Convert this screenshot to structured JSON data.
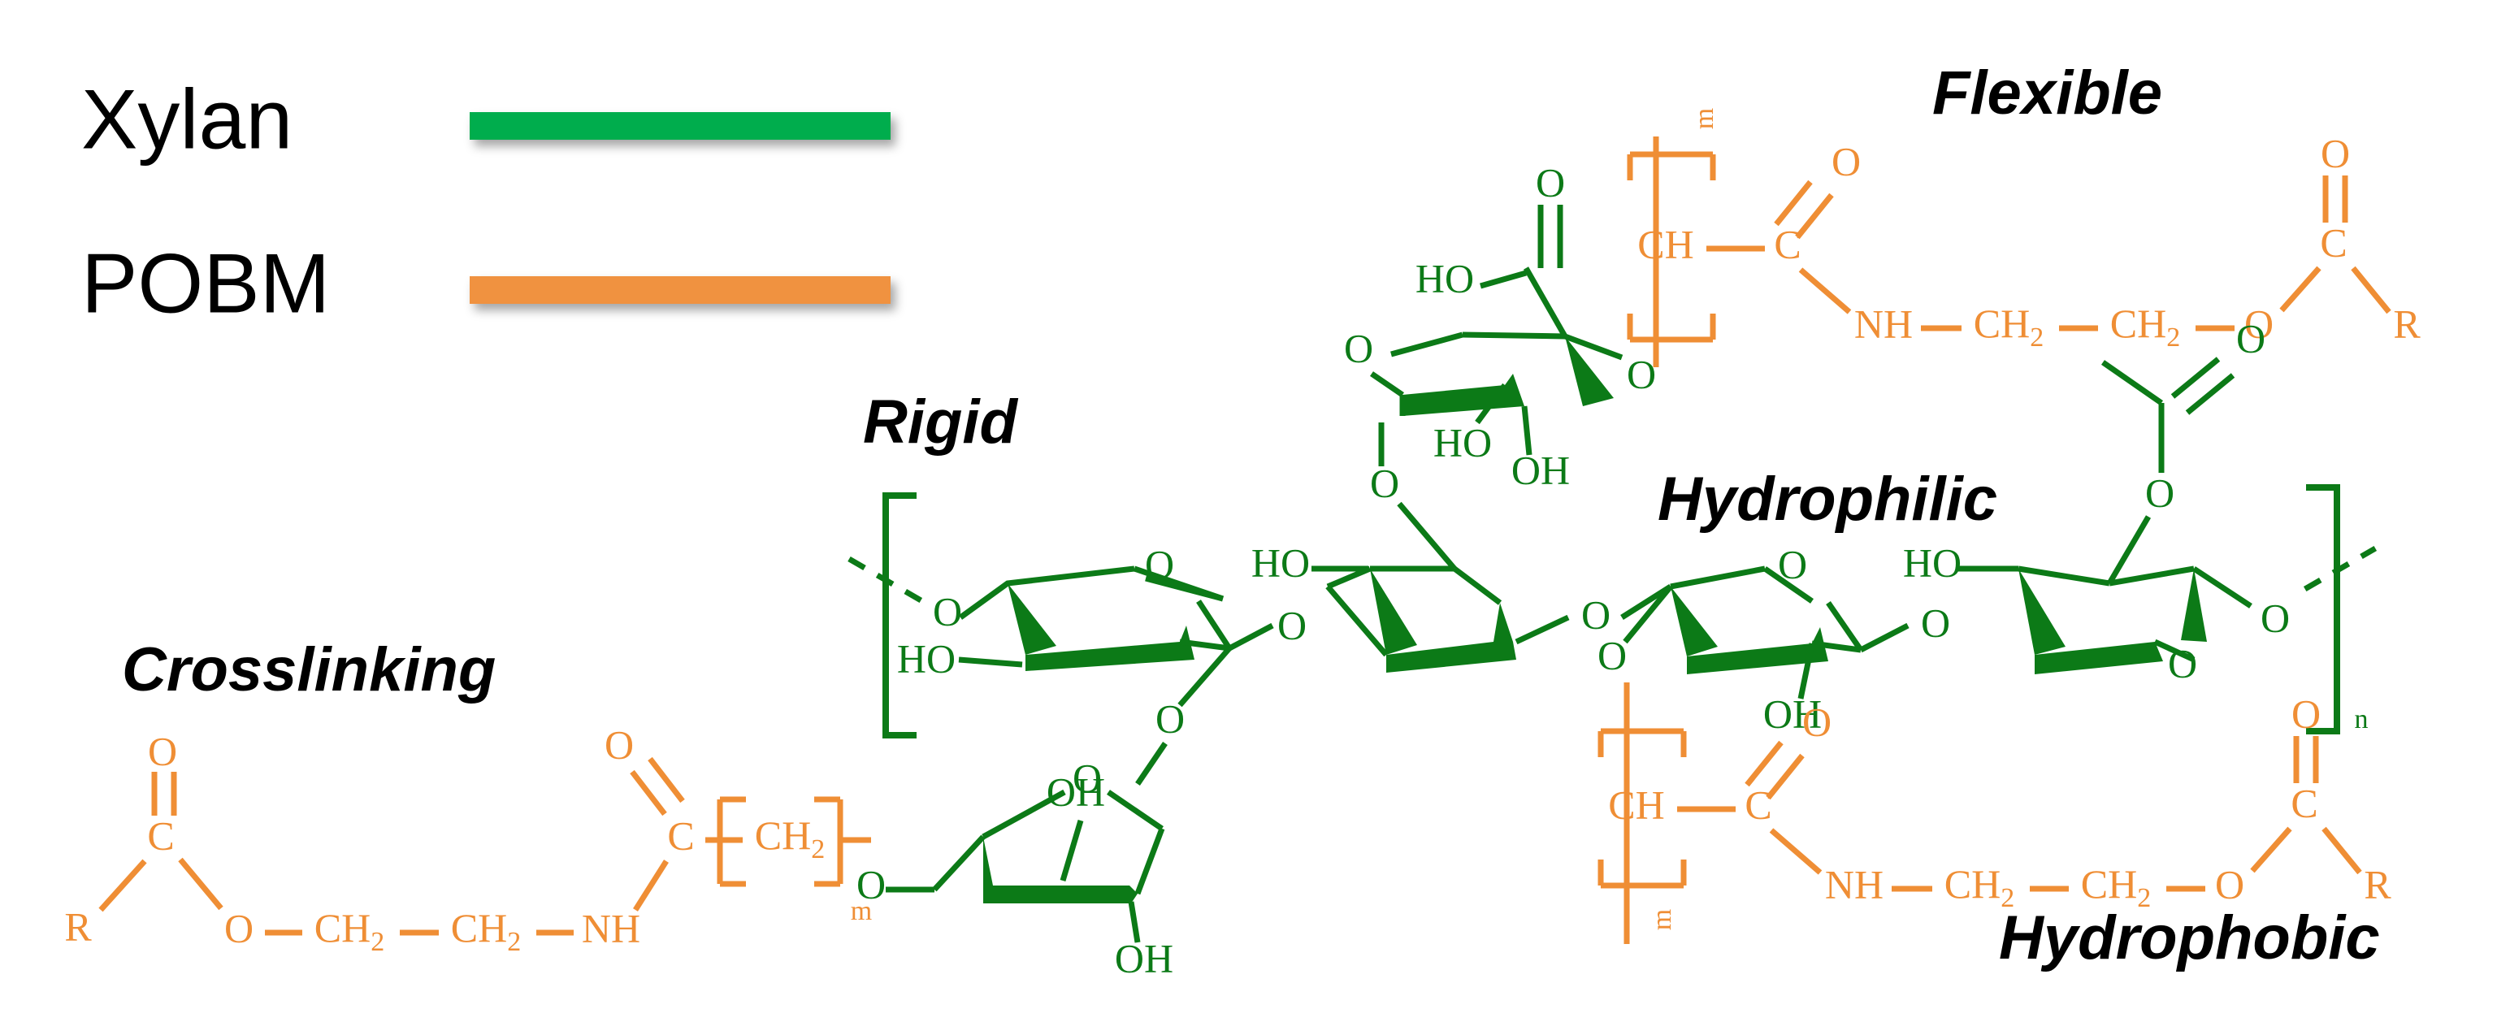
{
  "figure": {
    "title": "Xylan / POBM composite structure schematic",
    "background": "#ffffff",
    "colors": {
      "xylan_green": "#0C7A17",
      "pobm_orange": "#EF8E35",
      "legend_green": "#00AD4D",
      "legend_orange": "#F0923F",
      "text_black": "#000000"
    }
  },
  "legend": {
    "items": [
      {
        "label": "Xylan",
        "swatch_color": "#00AD4D"
      },
      {
        "label": "POBM",
        "swatch_color": "#F0923F"
      }
    ]
  },
  "callouts": {
    "rigid": "Rigid",
    "flexible": "Flexible",
    "hydrophilic": "Hydrophilic",
    "hydrophobic": "Hydrophobic",
    "crosslinking": "Crosslinking"
  },
  "atoms": {
    "O": "O",
    "OH": "OH",
    "HO": "HO",
    "C": "C",
    "CH": "CH",
    "CH2": "CH",
    "CH2_sub": "2",
    "NH": "NH",
    "R": "R",
    "m": "m",
    "n": "n"
  },
  "structures": {
    "backbone": {
      "name": "xylan backbone",
      "repeat_subscript": "n",
      "residues": [
        "xylopyranose",
        "glucuronosyl-substituted xylose",
        "xylopyranose",
        "acetylated xylose"
      ],
      "bracket": "square brackets enclosing repeat unit"
    },
    "glucuronic_acid": {
      "name": "4-O-methyl glucuronic acid side group",
      "labels": [
        "HO",
        "O",
        "O",
        "HO",
        "OH",
        "O"
      ]
    },
    "arabinofuranose": {
      "name": "arabinofuranose side ring",
      "labels": [
        "O",
        "OH",
        "OH"
      ]
    },
    "acetyl": {
      "name": "acetyl ester group",
      "labels": [
        "O",
        "O"
      ]
    },
    "pobm_chain": {
      "name": "POBM graft chain",
      "sequence": [
        "CH",
        "C",
        "O",
        "NH",
        "CH2",
        "CH2",
        "O",
        "C",
        "O",
        "R"
      ],
      "repeat_subscript": "m",
      "description": "CH-C(=O)-NH-CH2-CH2-O-C(=O)-R"
    },
    "crosslink_chain": {
      "name": "POBM crosslinking chain",
      "sequence": [
        "R",
        "C",
        "O",
        "O",
        "CH2",
        "CH2",
        "NH",
        "C",
        "O",
        "CH2",
        "O"
      ],
      "repeat_subscript": "m",
      "description": "R-C(=O)-O-CH2-CH2-NH-C(=O)-[CH2]m-O-"
    }
  }
}
